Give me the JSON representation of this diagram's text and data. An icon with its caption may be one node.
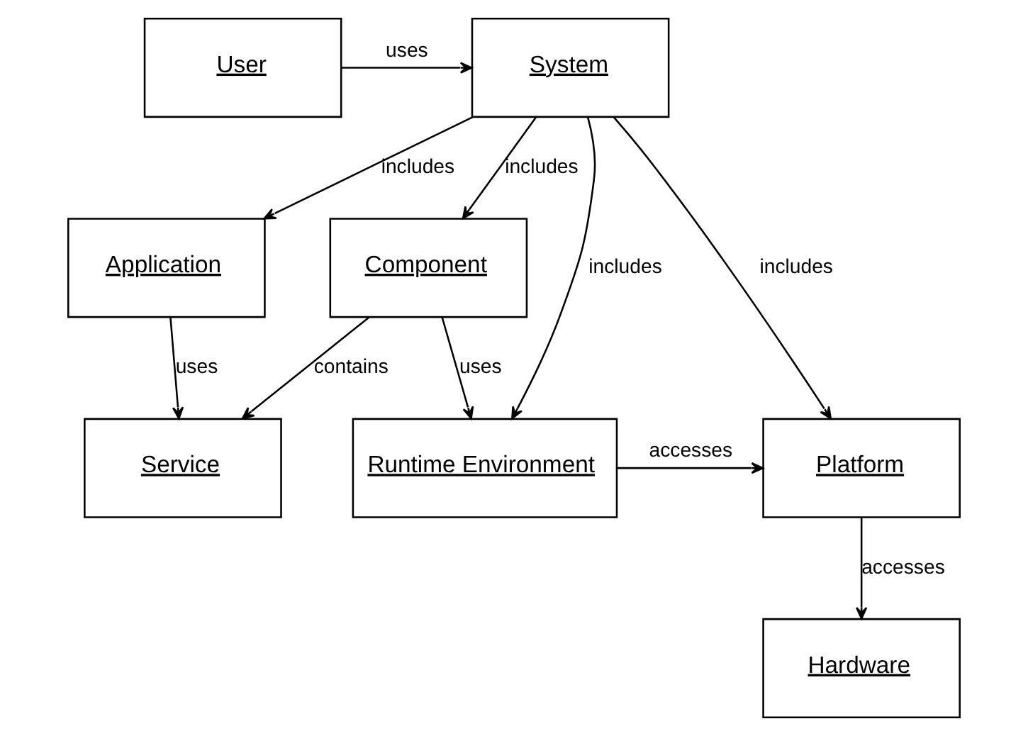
{
  "diagram": {
    "nodes": [
      {
        "text": [
          "User"
        ]
      },
      {
        "text": [
          "System"
        ]
      },
      {
        "text": [
          "Application"
        ]
      },
      {
        "text": [
          "Component"
        ]
      },
      {
        "text": [
          "Platform"
        ]
      },
      {
        "text": [
          "Runtime Environment"
        ]
      },
      {
        "text": [
          "Service"
        ]
      },
      {
        "text": [
          "Hardware"
        ]
      }
    ],
    "edges": [
      {
        "from": 0,
        "to": 1,
        "arrow": "to",
        "label": "uses"
      },
      {
        "from": 1,
        "to": 4,
        "arrow": "to",
        "label": "includes"
      },
      {
        "from": 1,
        "to": 5,
        "arrow": "to",
        "label": "includes"
      },
      {
        "from": 1,
        "to": 2,
        "arrow": "to",
        "label": "includes"
      },
      {
        "from": 1,
        "to": 3,
        "arrow": "to",
        "label": "includes"
      },
      {
        "from": 5,
        "to": 4,
        "arrow": "to",
        "label": "accesses"
      },
      {
        "from": 4,
        "to": 7,
        "arrow": "to",
        "label": "accesses"
      },
      {
        "from": 3,
        "to": 5,
        "arrow": "to",
        "label": "uses"
      },
      {
        "from": 3,
        "to": 6,
        "arrow": "to",
        "label": "contains"
      },
      {
        "from": 2,
        "to": 6,
        "arrow": "to",
        "label": "uses"
      }
    ]
  }
}
